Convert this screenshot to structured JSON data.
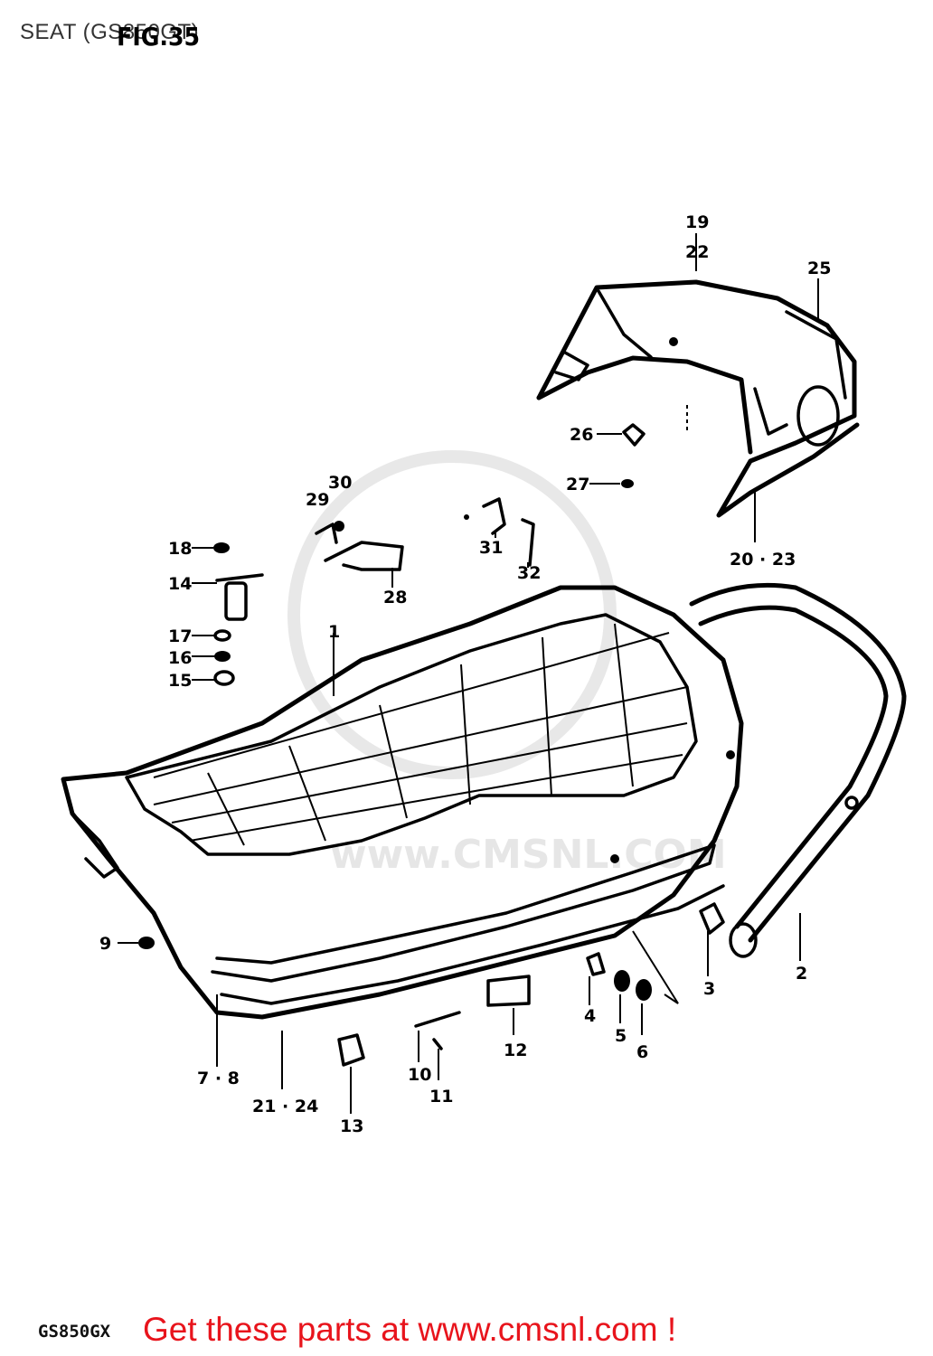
{
  "header": {
    "title": "SEAT (GS850GT)",
    "figure": "FIG.35"
  },
  "watermark": {
    "text": "www.CMSNL.COM"
  },
  "callouts": {
    "c1": "1",
    "c2": "2",
    "c3": "3",
    "c4": "4",
    "c5": "5",
    "c6": "6",
    "c7_8": "7 · 8",
    "c9": "9",
    "c10": "10",
    "c11": "11",
    "c12": "12",
    "c13": "13",
    "c14": "14",
    "c15": "15",
    "c16": "16",
    "c17": "17",
    "c18": "18",
    "c19": "19",
    "c22": "22",
    "c20_23": "20 · 23",
    "c21_24": "21 · 24",
    "c25": "25",
    "c26": "26",
    "c27": "27",
    "c28": "28",
    "c29": "29",
    "c30": "30",
    "c31": "31",
    "c32": "32"
  },
  "footer": {
    "model": "GS850GX",
    "cta": "Get these parts at www.cmsnl.com !"
  }
}
